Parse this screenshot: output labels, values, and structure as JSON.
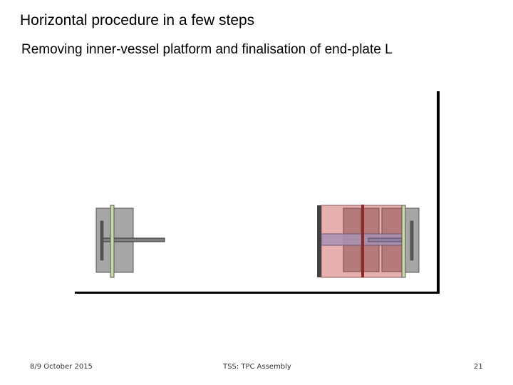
{
  "slide": {
    "title": "Horizontal procedure in a few steps",
    "subtitle": "Removing inner-vessel platform and finalisation of end-plate L"
  },
  "footer": {
    "date": "8/9 October 2015",
    "center": "TSS: TPC Assembly",
    "page": "21"
  },
  "colors": {
    "frame": "#000000",
    "support_block": "#a6a6a6",
    "end_plate": "#c9d9a6",
    "shaft": "#808080",
    "tpc_body": "#e6b0b0",
    "tpc_panel": "#b57a7a",
    "tpc_divider": "#8a2a2a",
    "inner_vessel": "#a890b0",
    "plate_bar": "#404040"
  }
}
